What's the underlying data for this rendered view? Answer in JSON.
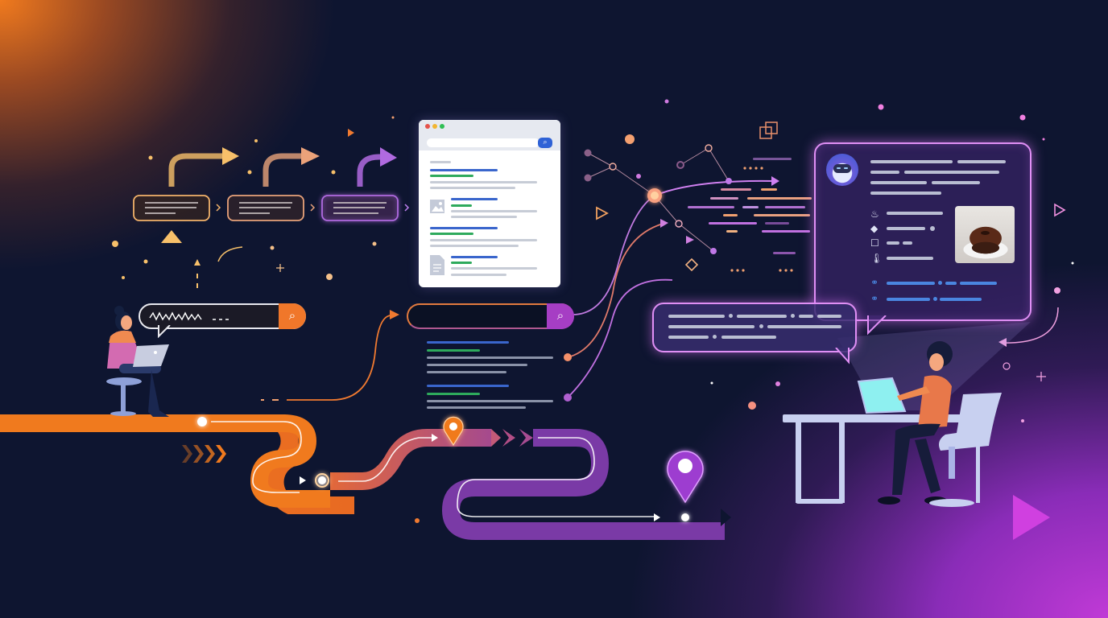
{
  "illustration": {
    "theme": "search journey to AI assistant",
    "colors": {
      "background_dark": "#0e1530",
      "orange_accent": "#f07a1e",
      "purple_accent": "#b43ad0",
      "neon_pink": "#e08ff5",
      "result_blue": "#3a66cc",
      "result_green": "#2eaa5c"
    }
  },
  "left_scene": {
    "person": "woman-with-laptop-on-stool",
    "search_box": {
      "query_text": "",
      "icon": "search-icon",
      "button_color": "#f07a1e"
    },
    "flow_steps": [
      {
        "color": "#f2b26a"
      },
      {
        "color": "#e8a27a"
      },
      {
        "color": "#b06ae0"
      }
    ]
  },
  "middle_scene": {
    "browser_window": {
      "traffic_lights": [
        "#e5534b",
        "#f2b531",
        "#2fbf54"
      ],
      "search_icon": "search-icon",
      "result_blocks": 4
    },
    "search_box": {
      "icon": "search-icon",
      "button_color": "#a63ec4"
    },
    "results_list_blocks": 2
  },
  "right_scene": {
    "assistant_card": {
      "avatar": "robot-icon",
      "attribute_icons": [
        "flame-icon",
        "tag-icon",
        "clipboard-icon",
        "thermometer-icon"
      ],
      "image": "chocolate-bundt-cake",
      "link_icons": [
        "link-icon",
        "link-icon"
      ]
    },
    "reply_bubble": {
      "lines": 3
    },
    "person": "man-with-tablet-at-desk"
  },
  "path": {
    "markers": [
      "start-dot",
      "waypoint-dot",
      "orange-location-pin",
      "purple-location-pin",
      "end-dot"
    ],
    "end": "arrow-right"
  }
}
